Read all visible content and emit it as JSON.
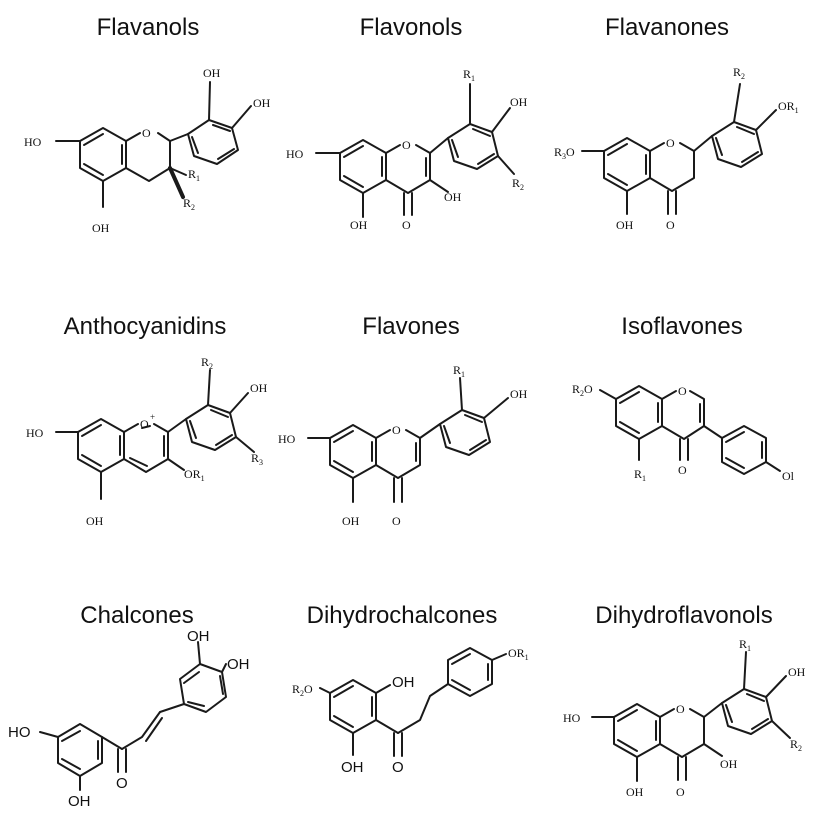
{
  "titles": {
    "flavanols": "Flavanols",
    "flavonols": "Flavonols",
    "flavanones": "Flavanones",
    "anthocyanidins": "Anthocyanidins",
    "flavones": "Flavones",
    "isoflavones": "Isoflavones",
    "chalcones": "Chalcones",
    "dihydrochalcones": "Dihydrochalcones",
    "dihydroflavonols": "Dihydroflavonols"
  },
  "labels": {
    "oh": "OH",
    "ho": "HO",
    "o": "O",
    "o_plus": "O+",
    "r1": "R1",
    "r2": "R2",
    "r3": "R3",
    "or1": "OR1",
    "r2o": "R2O",
    "ol": "Ol"
  }
}
